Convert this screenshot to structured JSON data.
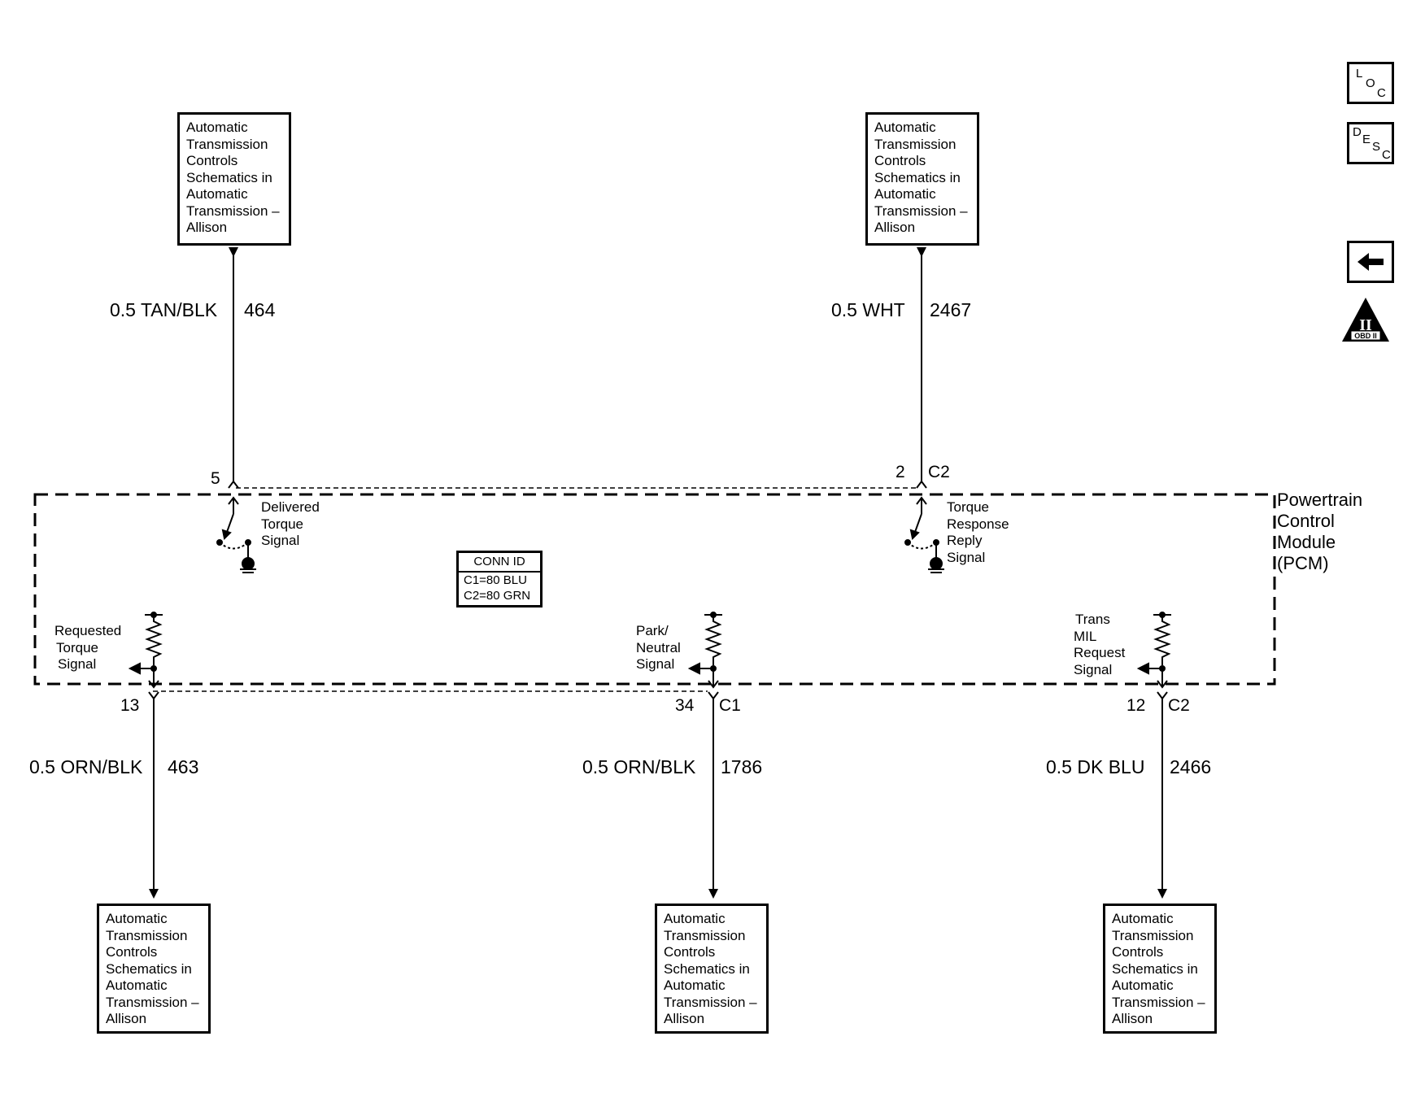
{
  "module": {
    "name_lines": [
      "Powertrain",
      "Control",
      "Module",
      "(PCM)"
    ]
  },
  "connector_id": {
    "header": "CONN ID",
    "rows": [
      "C1=80 BLU",
      "C2=80 GRN"
    ]
  },
  "top_boxes": [
    {
      "lines": [
        "Automatic",
        "Transmission",
        "Controls",
        "Schematics in",
        "Automatic",
        "Transmission –",
        "Allison"
      ]
    },
    {
      "lines": [
        "Automatic",
        "Transmission",
        "Controls",
        "Schematics in",
        "Automatic",
        "Transmission –",
        "Allison"
      ]
    }
  ],
  "bottom_boxes": [
    {
      "lines": [
        "Automatic",
        "Transmission",
        "Controls",
        "Schematics in",
        "Automatic",
        "Transmission –",
        "Allison"
      ]
    },
    {
      "lines": [
        "Automatic",
        "Transmission",
        "Controls",
        "Schematics in",
        "Automatic",
        "Transmission –",
        "Allison"
      ]
    },
    {
      "lines": [
        "Automatic",
        "Transmission",
        "Controls",
        "Schematics in",
        "Automatic",
        "Transmission –",
        "Allison"
      ]
    }
  ],
  "circuits": [
    {
      "wire": "0.5 TAN/BLK",
      "circuit": "464",
      "pin": "5",
      "connector": ""
    },
    {
      "wire": "0.5 WHT",
      "circuit": "2467",
      "pin": "2",
      "connector": "C2"
    },
    {
      "wire": "0.5 ORN/BLK",
      "circuit": "463",
      "pin": "13",
      "connector": ""
    },
    {
      "wire": "0.5 ORN/BLK",
      "circuit": "1786",
      "pin": "34",
      "connector": "C1"
    },
    {
      "wire": "0.5 DK BLU",
      "circuit": "2466",
      "pin": "12",
      "connector": "C2"
    }
  ],
  "signals": [
    {
      "lines": [
        "Delivered",
        "Torque",
        "Signal"
      ]
    },
    {
      "lines": [
        "Torque",
        "Response",
        "Reply",
        "Signal"
      ]
    },
    {
      "lines": [
        "Requested",
        "Torque",
        "Signal"
      ]
    },
    {
      "lines": [
        "Park/",
        "Neutral",
        "Signal"
      ]
    },
    {
      "lines": [
        "Trans",
        "MIL",
        "Request",
        "Signal"
      ]
    }
  ],
  "nav_icons": {
    "loc": [
      "L",
      "O",
      "C"
    ],
    "desc": [
      "D",
      "E",
      "S",
      "C"
    ],
    "back": "back-arrow-icon",
    "obd": {
      "numeral": "II",
      "label": "OBD II"
    }
  }
}
